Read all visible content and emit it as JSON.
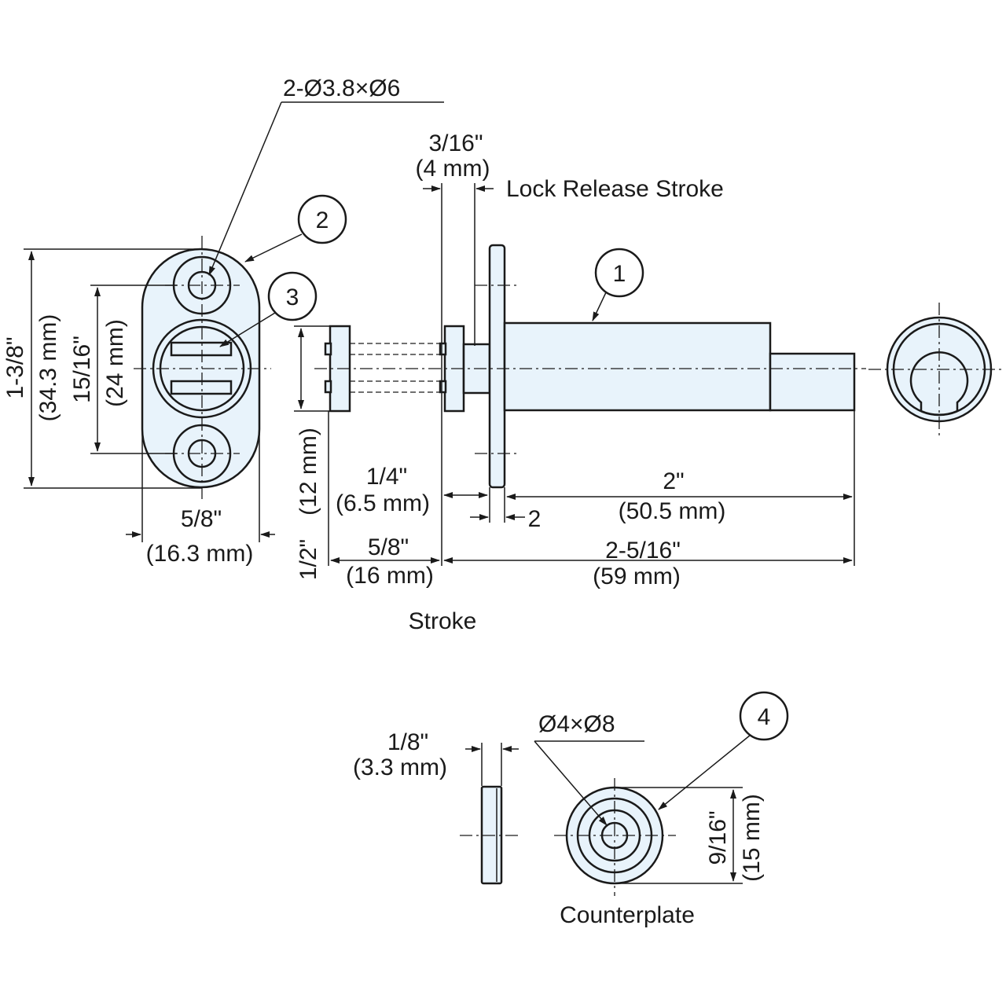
{
  "labels": {
    "hole_spec_top": "2-Ø3.8×Ø6",
    "lock_release": "Lock Release Stroke",
    "stroke": "Stroke",
    "counterplate": "Counterplate",
    "hole_spec_counter": "Ø4×Ø8"
  },
  "callouts": [
    "1",
    "2",
    "3",
    "4"
  ],
  "dims": {
    "front_height_in": "1-3/8\"",
    "front_height_mm": "(34.3 mm)",
    "hole_pitch_in": "15/16\"",
    "hole_pitch_mm": "(24 mm)",
    "front_width_in": "5/8\"",
    "front_width_mm": "(16.3 mm)",
    "release_in": "3/16\"",
    "release_mm": "(4 mm)",
    "knob_dia_in": "1/2\"",
    "knob_dia_mm": "(12 mm)",
    "stroke_in": "5/8\"",
    "stroke_mm": "(16 mm)",
    "gap_in": "1/4\"",
    "gap_mm": "(6.5 mm)",
    "flange_t": "2",
    "body_len_in": "2\"",
    "body_len_mm": "(50.5 mm)",
    "total_len_in": "2-5/16\"",
    "total_len_mm": "(59 mm)",
    "cp_thick_in": "1/8\"",
    "cp_thick_mm": "(3.3 mm)",
    "cp_dia_in": "9/16\"",
    "cp_dia_mm": "(15 mm)"
  },
  "colors": {
    "part_fill": "#e8f3fb",
    "line": "#1a1a1a"
  }
}
